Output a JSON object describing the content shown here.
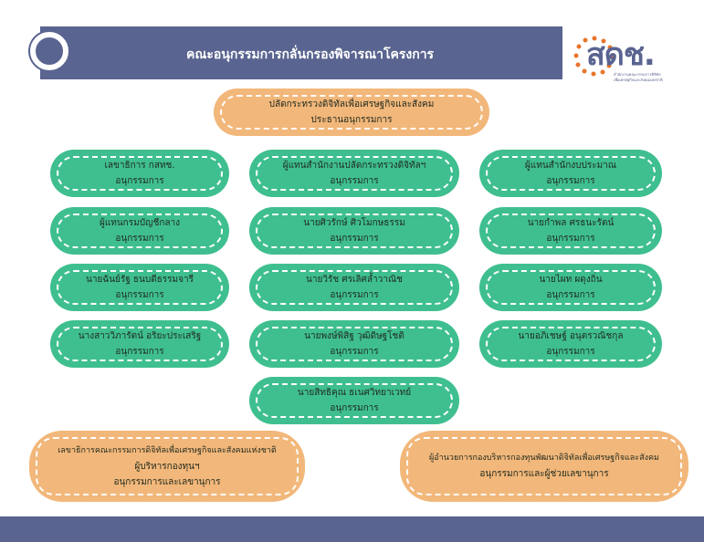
{
  "header": {
    "title": "คณะอนุกรรมการกลั่นกรองพิจารณาโครงการ"
  },
  "logo": {
    "text": "สดช.",
    "sub1": "สำนักงานคณะกรรมการดิจิทัล",
    "sub2": "เพื่อเศรษฐกิจและสังคมแห่งชาติ"
  },
  "nodes": {
    "top": {
      "line1": "ปลัดกระทรวงดิจิทัลเพื่อเศรษฐกิจและสังคม",
      "line2": "ประธานอนุกรรมการ"
    },
    "left": [
      {
        "line1": "เลขาธิการ กสทช.",
        "line2": "อนุกรรมการ"
      },
      {
        "line1": "ผู้แทนกรมบัญชีกลาง",
        "line2": "อนุกรรมการ"
      },
      {
        "line1": "นายฉันย์รัฐ ธนบดีธรรมจารี",
        "line2": "อนุกรรมการ"
      },
      {
        "line1": "นางสาววิภารัตน์ อริยะประเสริฐ",
        "line2": "อนุกรรมการ"
      }
    ],
    "center": [
      {
        "line1": "ผู้แทนสำนักงานปลัดกระทรวงดิจิทัลฯ",
        "line2": "อนุกรรมการ"
      },
      {
        "line1": "นายศิวรักษ์ ศิวโมกษธรรม",
        "line2": "อนุกรรมการ"
      },
      {
        "line1": "นายวิรัช ศรเลิศล้ำวาณิช",
        "line2": "อนุกรรมการ"
      },
      {
        "line1": "นายพงษ์พิสิฐ วุฒิดิษฐโชติ",
        "line2": "อนุกรรมการ"
      },
      {
        "line1": "นายสิทธิคุณ ธเนศวิทยาเวทย์",
        "line2": "อนุกรรมการ"
      }
    ],
    "right": [
      {
        "line1": "ผู้แทนสำนักงบประมาณ",
        "line2": "อนุกรรมการ"
      },
      {
        "line1": "นายกำพล ศรธนะรัตน์",
        "line2": "อนุกรรมการ"
      },
      {
        "line1": "นายไผท ผดุงถิ่น",
        "line2": "อนุกรรมการ"
      },
      {
        "line1": "นายอภิเชษฐ์ อนุตรวณิชกุล",
        "line2": "อนุกรรมการ"
      }
    ],
    "bottom_left": {
      "line1": "เลขาธิการคณะกรรมการดิจิทัลเพื่อเศรษฐกิจและสังคมแห่งชาติ",
      "line2": "ผู้บริหารกองทุนฯ",
      "line3": "อนุกรรมการและเลขานุการ"
    },
    "bottom_right": {
      "line1": "ผู้อำนวยการกองบริหารกองทุนพัฒนาดิจิทัลเพื่อเศรษฐกิจและสังคม",
      "line2": "อนุกรรมการและผู้ช่วยเลขานุการ"
    }
  },
  "colors": {
    "banner": "#5a6490",
    "member": "#3fbf8f",
    "chair": "#f2b77a"
  }
}
